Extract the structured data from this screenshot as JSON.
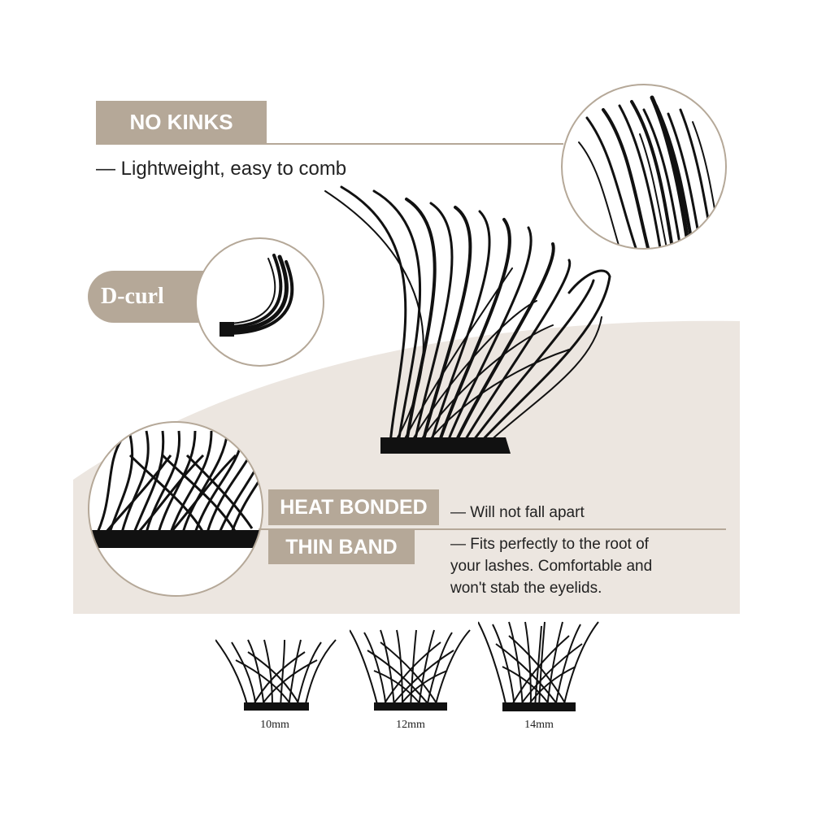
{
  "features": {
    "no_kinks": {
      "title": "NO KINKS",
      "desc": "— Lightweight, easy to comb"
    },
    "d_curl": {
      "title": "D-curl"
    },
    "heat_bonded": {
      "title": "HEAT BONDED",
      "desc": "— Will not fall apart"
    },
    "thin_band": {
      "title": "THIN BAND",
      "desc_line1": "— Fits perfectly to the root of",
      "desc_line2": "your lashes. Comfortable and",
      "desc_line3": "won't stab the eyelids."
    }
  },
  "sizes": [
    {
      "label": "10mm"
    },
    {
      "label": "12mm"
    },
    {
      "label": "14mm"
    }
  ],
  "colors": {
    "accent": "#b5a898",
    "backdrop": "#ece6e0",
    "lash": "#111111"
  }
}
